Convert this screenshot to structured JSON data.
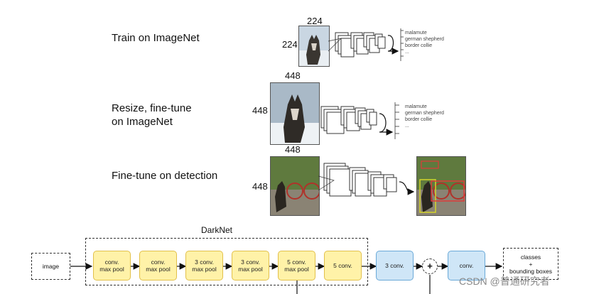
{
  "stages": [
    {
      "title": "Train on ImageNet",
      "width_label": "224",
      "height_label": "224",
      "outputs": [
        "malamute",
        "german shepherd",
        "border collie",
        "..."
      ]
    },
    {
      "title": "Resize, fine-tune on ImageNet",
      "title_line1": "Resize, fine-tune",
      "title_line2": "on ImageNet",
      "width_label": "448",
      "height_label": "448",
      "outputs": [
        "malamute",
        "german shepherd",
        "border collie",
        "..."
      ]
    },
    {
      "title": "Fine-tune on detection",
      "width_label": "448",
      "height_label": "448"
    }
  ],
  "pipeline": {
    "group_label": "DarkNet",
    "input": "image",
    "blocks": [
      {
        "line1": "conv.",
        "line2": "max pool"
      },
      {
        "line1": "conv.",
        "line2": "max pool"
      },
      {
        "line1": "3 conv.",
        "line2": "max pool"
      },
      {
        "line1": "3 conv.",
        "line2": "max pool"
      },
      {
        "line1": "5 conv.",
        "line2": "max pool"
      },
      {
        "line1": "5 conv.",
        "line2": ""
      }
    ],
    "after": "3 conv.",
    "merge_symbol": "+",
    "final_conv": "conv.",
    "output_line1": "classes",
    "output_line2": "+",
    "output_line3": "bounding boxes"
  },
  "watermark": "CSDN @普通研究者",
  "colors": {
    "darknet_block_fill": "#fff2a8",
    "darknet_block_border": "#e2c04a",
    "head_block_fill": "#cfe6f7",
    "head_block_border": "#6aa9d8"
  }
}
